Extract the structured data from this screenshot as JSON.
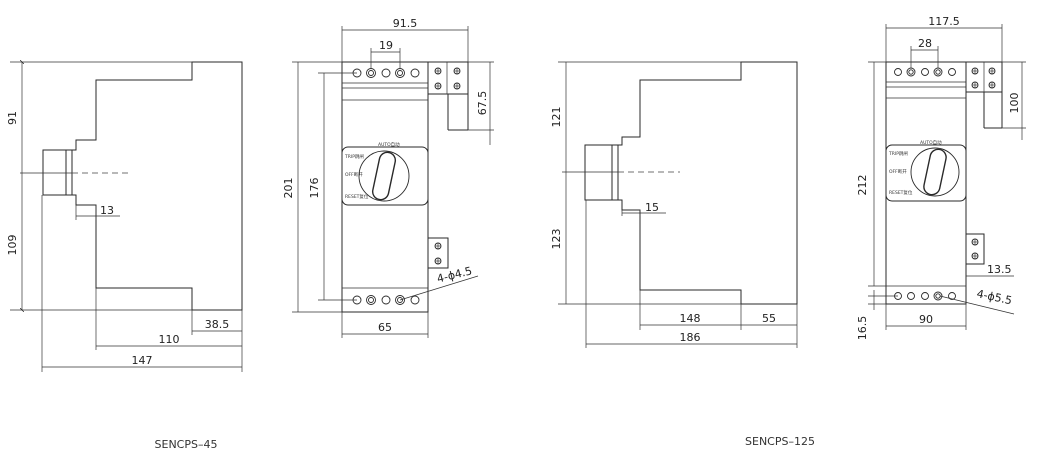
{
  "models": [
    {
      "name": "SENCPS–45",
      "side_view": {
        "height_top": "91",
        "height_bottom": "109",
        "knob_depth": "13",
        "body_depth": "110",
        "step": "38.5",
        "total_depth": "147"
      },
      "front_view": {
        "width_total": "91.5",
        "terminal_pitch": "19",
        "aux_height": "67.5",
        "height_total": "201",
        "mount_pitch": "176",
        "mount_holes": "4-ϕ4.5",
        "base_width": "65"
      },
      "dial_labels": {
        "top": "AUTO自动",
        "left_top": "TRIP跳闸",
        "left_mid": "OFF断开",
        "left_bottom": "RESET复位"
      }
    },
    {
      "name": "SENCPS–125",
      "side_view": {
        "height_top": "121",
        "height_bottom": "123",
        "knob_depth": "15",
        "body_depth": "148",
        "step": "55",
        "total_depth": "186"
      },
      "front_view": {
        "width_total": "117.5",
        "terminal_pitch": "28",
        "aux_height": "100",
        "height_total": "212",
        "aux_offset": "13.5",
        "mount_holes": "4-ϕ5.5",
        "base_width": "90",
        "bottom_offset": "16.5"
      },
      "dial_labels": {
        "top": "AUTO自动",
        "left_top": "TRIP跳闸",
        "left_mid": "OFF断开",
        "left_bottom": "RESET复位"
      }
    }
  ]
}
